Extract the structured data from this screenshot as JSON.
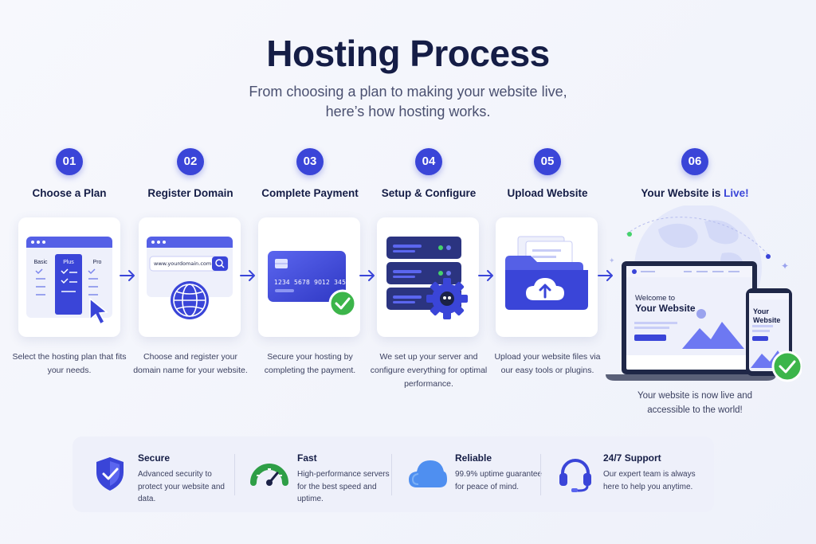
{
  "title": "Hosting Process",
  "subtitle_line1": "From choosing a plan to making your website live,",
  "subtitle_line2": "here’s how hosting works.",
  "steps": [
    {
      "number": "01",
      "title": "Choose a Plan",
      "desc": "Select the hosting plan that fits your needs."
    },
    {
      "number": "02",
      "title": "Register Domain",
      "desc": "Choose and register your domain name for your website."
    },
    {
      "number": "03",
      "title": "Complete Payment",
      "desc": "Secure your hosting by completing the payment."
    },
    {
      "number": "04",
      "title": "Setup & Configure",
      "desc": "We set up your server and configure everything for optimal performance."
    },
    {
      "number": "05",
      "title": "Upload Website",
      "desc": "Upload your website files via our easy tools or plugins."
    },
    {
      "number": "06",
      "title_main": "Your Website is ",
      "title_accent": "Live!",
      "desc": "Your website is now live and accessible to the world!"
    }
  ],
  "plan_card": {
    "plans": [
      "Basic",
      "Plus",
      "Pro"
    ]
  },
  "domain_card": {
    "domain": "www.yourdomain.com"
  },
  "payment_card": {
    "card_number": "1234  5678  9012  3456"
  },
  "live_card": {
    "laptop_welcome": "Welcome to",
    "laptop_site": "Your Website",
    "phone_line1": "Your",
    "phone_line2": "Website"
  },
  "features": [
    {
      "title": "Secure",
      "desc": "Advanced security to protect your website and data.",
      "icon": "shield-check-icon"
    },
    {
      "title": "Fast",
      "desc": "High-performance servers for the best speed and uptime.",
      "icon": "speedometer-icon"
    },
    {
      "title": "Reliable",
      "desc": "99.9% uptime guarantee for peace of mind.",
      "icon": "cloud-icon"
    },
    {
      "title": "24/7 Support",
      "desc": "Our expert team is always here to help you anytime.",
      "icon": "headset-icon"
    }
  ],
  "colors": {
    "accent": "#3a45d8",
    "success": "#3cb54a",
    "title": "#151d46"
  }
}
